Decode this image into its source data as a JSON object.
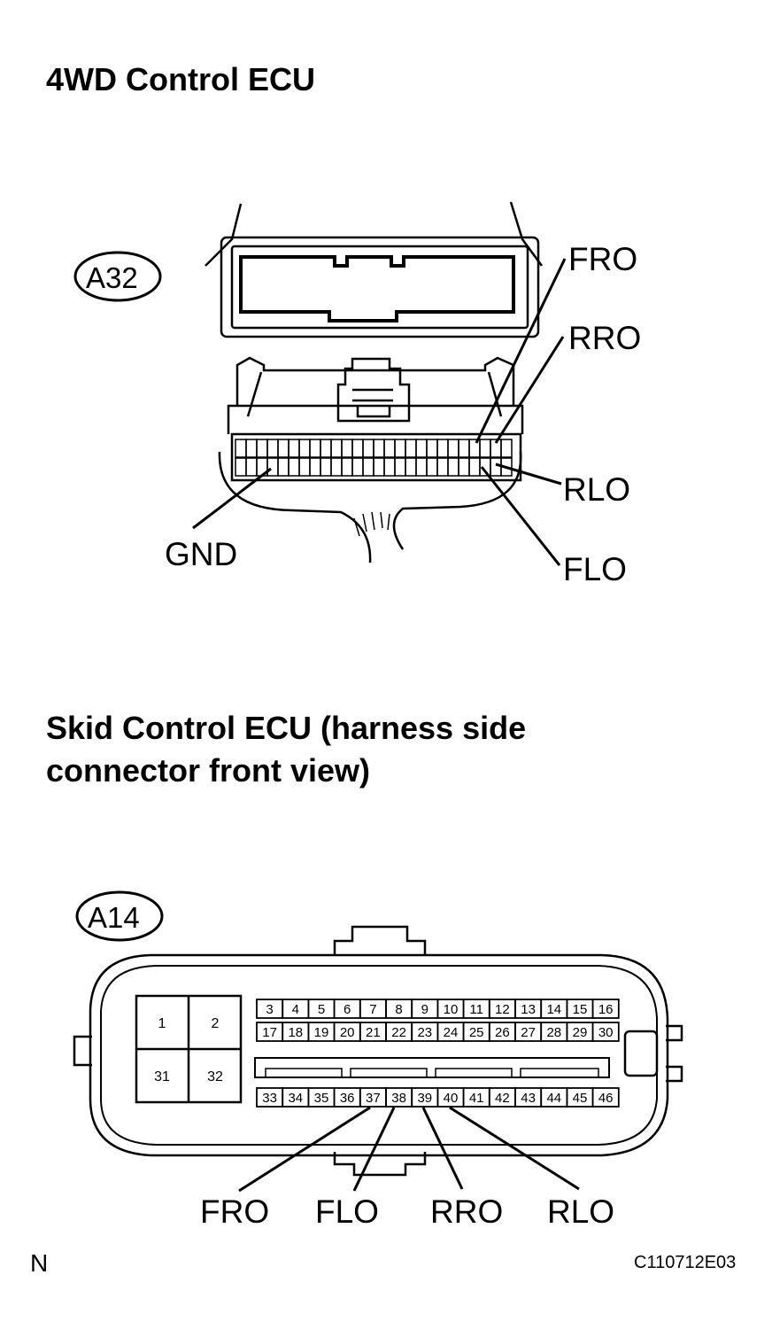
{
  "top": {
    "title": "4WD Control ECU",
    "connector_tag": "A32",
    "labels": {
      "fro": "FRO",
      "rro": "RRO",
      "rlo": "RLO",
      "flo": "FLO",
      "gnd": "GND"
    }
  },
  "bottom": {
    "title_line1": "Skid Control ECU (harness side",
    "title_line2": "connector front view)",
    "connector_tag": "A14",
    "big_pins": [
      "1",
      "2",
      "31",
      "32"
    ],
    "row1": [
      "3",
      "4",
      "5",
      "6",
      "7",
      "8",
      "9",
      "10",
      "11",
      "12",
      "13",
      "14",
      "15",
      "16"
    ],
    "row2": [
      "17",
      "18",
      "19",
      "20",
      "21",
      "22",
      "23",
      "24",
      "25",
      "26",
      "27",
      "28",
      "29",
      "30"
    ],
    "row3": [
      "33",
      "34",
      "35",
      "36",
      "37",
      "38",
      "39",
      "40",
      "41",
      "42",
      "43",
      "44",
      "45",
      "46"
    ],
    "labels": {
      "fro": "FRO",
      "flo": "FLO",
      "rro": "RRO",
      "rlo": "RLO"
    }
  },
  "footer": {
    "left": "N",
    "right": "C110712E03"
  }
}
